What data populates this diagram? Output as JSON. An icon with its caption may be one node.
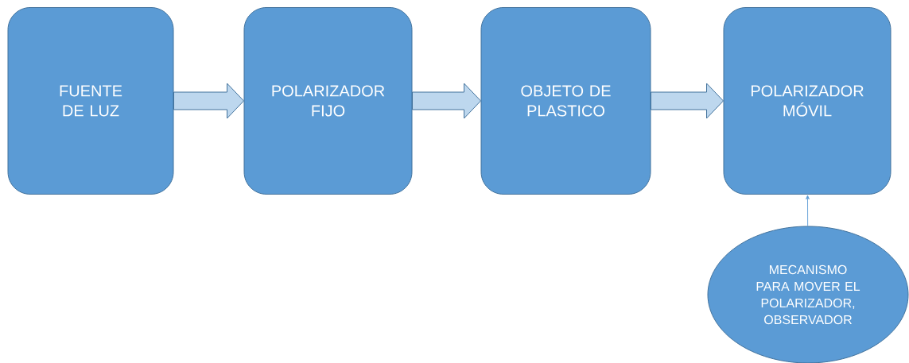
{
  "diagram": {
    "nodes": [
      {
        "text": [
          "FUENTE DE LUZ"
        ]
      },
      {
        "text": [
          "POLARIZADOR FIJO"
        ]
      },
      {
        "text": [
          "OBJETO DE PLASTICO"
        ]
      },
      {
        "text": [
          "POLARIZADOR MÓVIL"
        ]
      },
      {
        "text": [
          "MECANISMO PARA MOVER EL POLARIZADOR, OBSERVADOR"
        ]
      }
    ],
    "edges": [
      {
        "from": 0,
        "to": 1,
        "arrow": "to"
      },
      {
        "from": 1,
        "to": 2,
        "arrow": "to"
      },
      {
        "from": 2,
        "to": 3,
        "arrow": "to"
      },
      {
        "from": 4,
        "to": 3,
        "arrow": "to",
        "color": "#5b9bd5"
      }
    ]
  }
}
